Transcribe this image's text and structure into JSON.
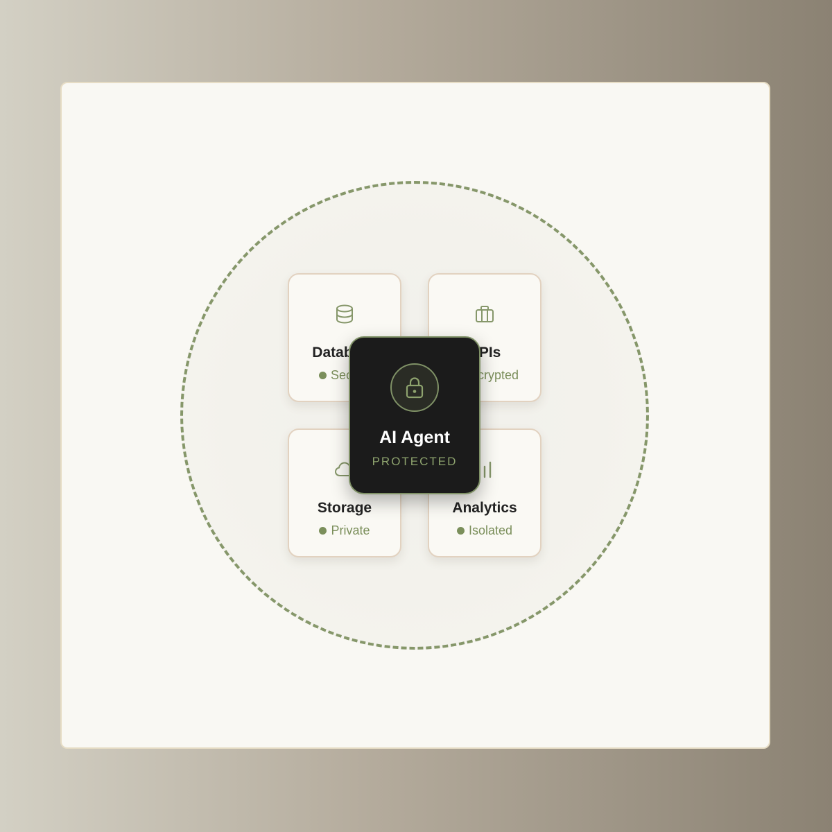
{
  "colors": {
    "accent": "#86976a",
    "panel": "#f9f8f3",
    "agent_bg": "#1b1b1b",
    "card_border": "#e2d2c0"
  },
  "agent": {
    "icon": "lock-icon",
    "title": "AI Agent",
    "subtitle": "PROTECTED"
  },
  "resources": [
    {
      "icon": "database-icon",
      "title": "Database",
      "status": "Secure"
    },
    {
      "icon": "briefcase-icon",
      "title": "APIs",
      "status": "Encrypted"
    },
    {
      "icon": "cloud-icon",
      "title": "Storage",
      "status": "Private"
    },
    {
      "icon": "bar-chart-icon",
      "title": "Analytics",
      "status": "Isolated"
    }
  ]
}
